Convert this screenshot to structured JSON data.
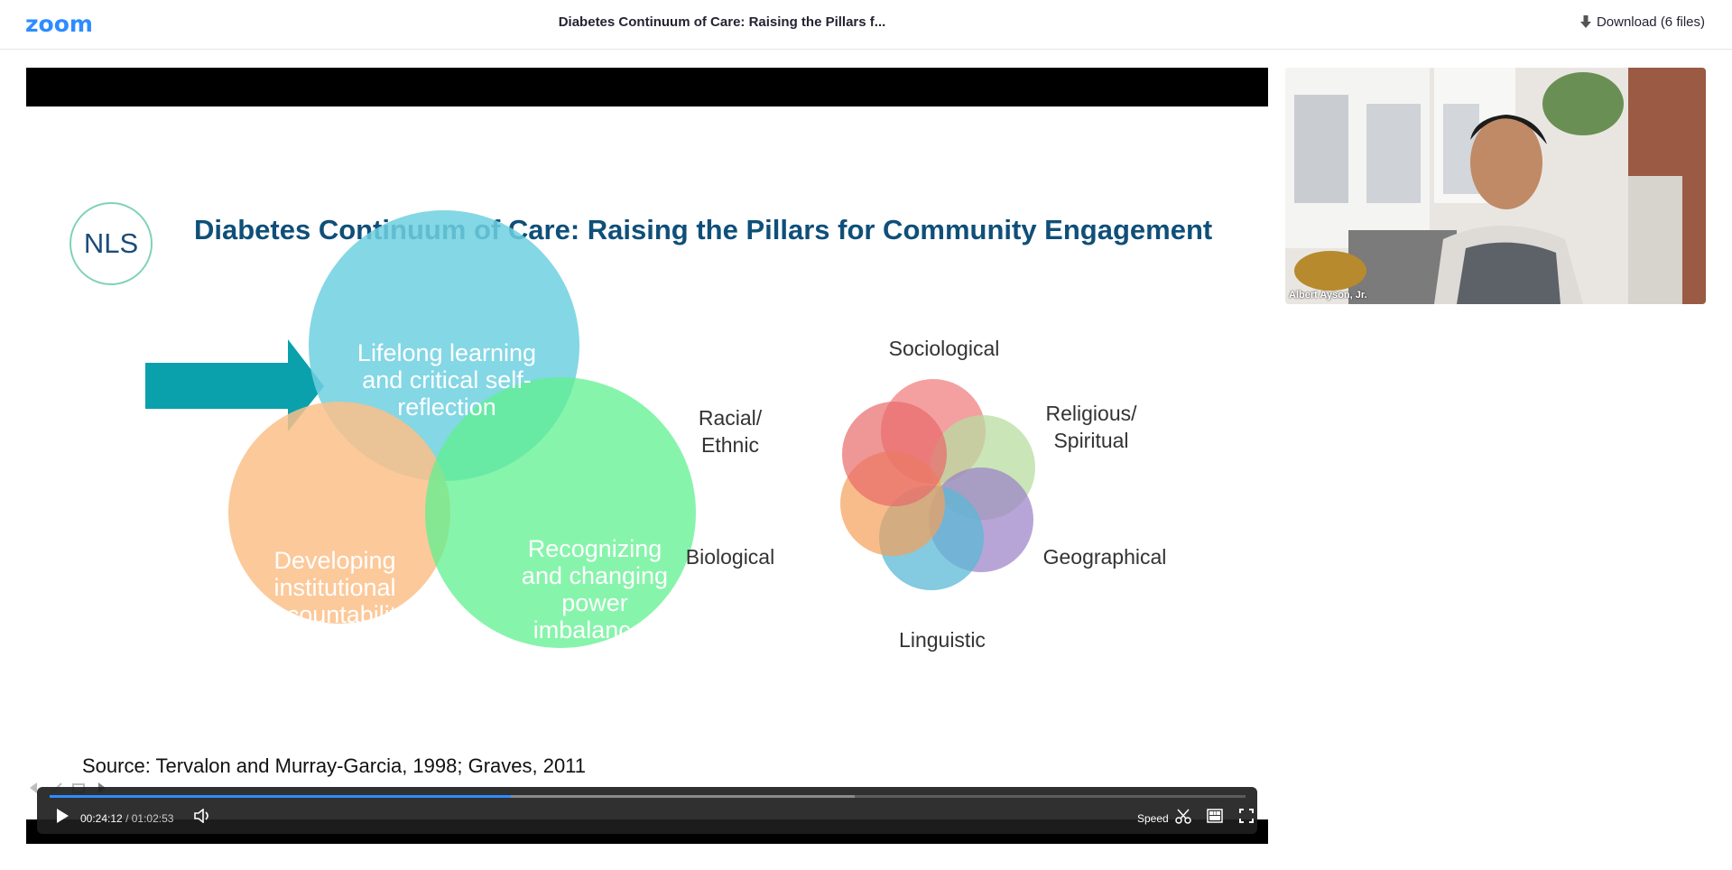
{
  "header": {
    "logo": "zoom",
    "title": "Diabetes Continuum of Care: Raising the Pillars f...",
    "download_label": "Download (6 files)"
  },
  "slide": {
    "logo_text": "NLS",
    "title": "Diabetes Continuum of Care: Raising the Pillars for Community Engagement",
    "venn": {
      "top": [
        "Lifelong learning",
        "and critical self-",
        "reflection"
      ],
      "left": [
        "Developing",
        "institutional",
        "accountability"
      ],
      "right": [
        "Recognizing",
        "and changing",
        "power",
        "imbalances"
      ]
    },
    "cultural": {
      "sociological": "Sociological",
      "racial": [
        "Racial/",
        "Ethnic"
      ],
      "religious": [
        "Religious/",
        "Spiritual"
      ],
      "biological": "Biological",
      "geographical": "Geographical",
      "linguistic": "Linguistic"
    },
    "source": "Source: Tervalon and Murray-Garcia, 1998; Graves, 2011"
  },
  "player": {
    "current_time": "00:24:12",
    "separator": "/",
    "duration": "01:02:53",
    "speed_label": "Speed",
    "progress_fraction": 0.386,
    "buffered_fraction": 0.673
  },
  "speaker": {
    "name": "Albert Ayson, Jr."
  },
  "colors": {
    "zoom_blue": "#2d8cff",
    "title_navy": "#0f4f79",
    "venn_blue": "#6fd0e0",
    "venn_orange": "#fbbf88",
    "venn_green": "#5ff08f",
    "arrow_teal": "#0aa1ad"
  }
}
